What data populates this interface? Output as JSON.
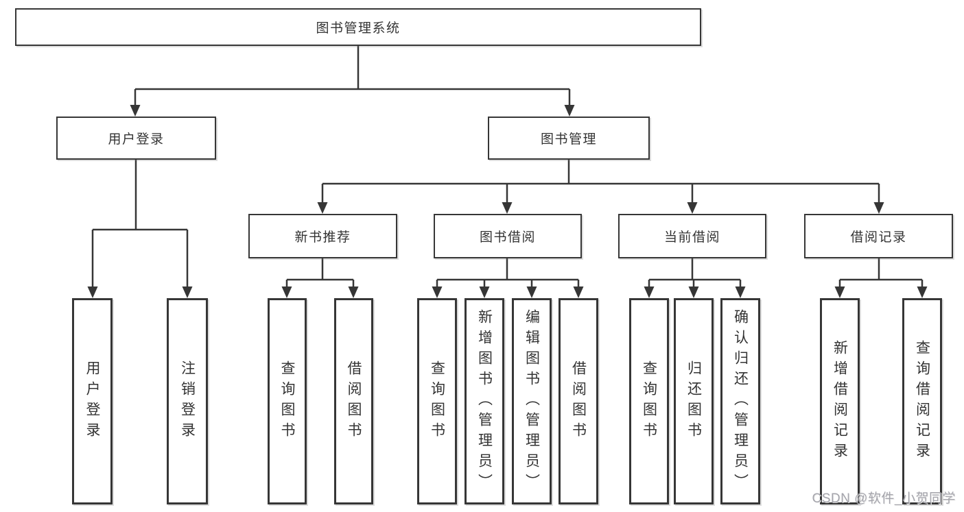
{
  "diagram_title": "图书管理系统",
  "tree": {
    "label": "图书管理系统",
    "children": [
      {
        "label": "用户登录",
        "children": [
          {
            "label": "用户登录"
          },
          {
            "label": "注销登录"
          }
        ]
      },
      {
        "label": "图书管理",
        "children": [
          {
            "label": "新书推荐",
            "children": [
              {
                "label": "查询图书"
              },
              {
                "label": "借阅图书"
              }
            ]
          },
          {
            "label": "图书借阅",
            "children": [
              {
                "label": "查询图书"
              },
              {
                "label": "新增图书（管理员）"
              },
              {
                "label": "编辑图书（管理员）"
              },
              {
                "label": "借阅图书"
              }
            ]
          },
          {
            "label": "当前借阅",
            "children": [
              {
                "label": "查询图书"
              },
              {
                "label": "归还图书"
              },
              {
                "label": "确认归还（管理员）"
              }
            ]
          },
          {
            "label": "借阅记录",
            "children": [
              {
                "label": "新增借阅记录"
              },
              {
                "label": "查询借阅记录"
              }
            ]
          }
        ]
      }
    ]
  },
  "watermark": "CSDN @软件_小贺同学",
  "colors": {
    "line": "#363636",
    "text": "#333333",
    "background": "#ffffff",
    "watermark": "#9c9ca4"
  }
}
